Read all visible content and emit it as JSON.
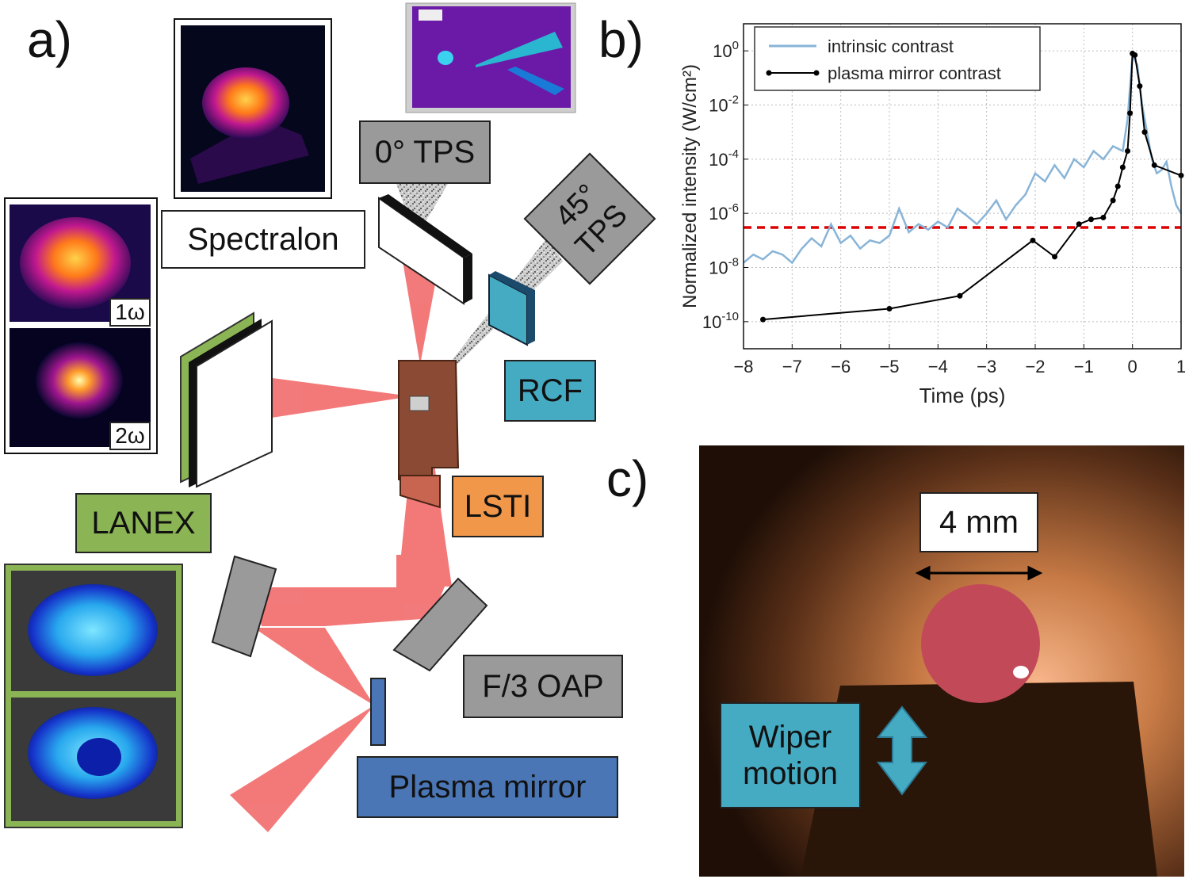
{
  "panels": {
    "a": "a)",
    "b": "b)",
    "c": "c)"
  },
  "labels": {
    "tps0": "0° TPS",
    "tps45": "45° TPS",
    "spectralon": "Spectralon",
    "rcf": "RCF",
    "lanex": "LANEX",
    "lsti": "LSTI",
    "oap": "F/3 OAP",
    "plasma_mirror": "Plasma mirror",
    "omega1": "1ω",
    "omega2": "2ω"
  },
  "colors": {
    "laser": "#f26b6b",
    "rcf": "#45abc3",
    "lanex": "#8bb554",
    "lsti": "#f0974a",
    "plasma_mirror": "#4a76b5",
    "optic": "#9a9a9a",
    "intrinsic": "#88b4d8",
    "plasma_curve": "#000000",
    "threshold": "#dd0000"
  },
  "chart_data": {
    "type": "line",
    "xlabel": "Time (ps)",
    "ylabel": "Normalized intensity (W/cm²)",
    "xlim": [
      -8,
      1
    ],
    "ylim": [
      1e-11,
      10.0
    ],
    "yscale": "log",
    "grid": true,
    "legend_position": "top-left",
    "x_ticks": [
      "−8",
      "−7",
      "−6",
      "−5",
      "−4",
      "−3",
      "−2",
      "−1",
      "0",
      "1"
    ],
    "y_ticks": [
      {
        "base": "10",
        "exp": "0",
        "value": 1
      },
      {
        "base": "10",
        "exp": "-2",
        "value": 0.01
      },
      {
        "base": "10",
        "exp": "-4",
        "value": 0.0001
      },
      {
        "base": "10",
        "exp": "-6",
        "value": 1e-06
      },
      {
        "base": "10",
        "exp": "-8",
        "value": 1e-08
      },
      {
        "base": "10",
        "exp": "-10",
        "value": 1e-10
      }
    ],
    "threshold": 3e-07,
    "series": [
      {
        "name": "intrinsic contrast",
        "x": [
          -8.0,
          -7.8,
          -7.6,
          -7.4,
          -7.2,
          -7.0,
          -6.8,
          -6.6,
          -6.4,
          -6.2,
          -6.0,
          -5.8,
          -5.6,
          -5.4,
          -5.2,
          -5.0,
          -4.8,
          -4.6,
          -4.4,
          -4.2,
          -4.0,
          -3.8,
          -3.6,
          -3.4,
          -3.2,
          -3.0,
          -2.8,
          -2.6,
          -2.4,
          -2.2,
          -2.0,
          -1.8,
          -1.6,
          -1.4,
          -1.2,
          -1.0,
          -0.8,
          -0.6,
          -0.4,
          -0.2,
          -0.1,
          0.0,
          0.1,
          0.2,
          0.3,
          0.4,
          0.5,
          0.6,
          0.7,
          0.8,
          0.9,
          1.0
        ],
        "y": [
          1.5e-08,
          3e-08,
          2e-08,
          4e-08,
          3e-08,
          1.5e-08,
          5e-08,
          1.2e-07,
          6e-08,
          4e-07,
          8e-08,
          1.5e-07,
          5e-08,
          1e-07,
          8e-08,
          1.5e-07,
          1.5e-06,
          2e-07,
          4e-07,
          2.5e-07,
          5e-07,
          3e-07,
          1.5e-06,
          8e-07,
          4e-07,
          1e-06,
          3e-06,
          6e-07,
          2e-06,
          5e-06,
          3e-05,
          1.5e-05,
          6e-05,
          2e-05,
          0.0001,
          5e-05,
          0.0002,
          0.0001,
          0.0003,
          0.0002,
          0.003,
          0.7,
          0.3,
          0.01,
          0.001,
          0.0001,
          3e-05,
          4e-05,
          8e-05,
          1e-05,
          2e-06,
          1e-06
        ]
      },
      {
        "name": "plasma mirror contrast",
        "x": [
          -7.6,
          -5.0,
          -3.55,
          -2.05,
          -1.6,
          -1.1,
          -0.85,
          -0.6,
          -0.4,
          -0.3,
          -0.2,
          -0.1,
          -0.05,
          0.0,
          0.05,
          0.15,
          0.25,
          0.45,
          1.0
        ],
        "y": [
          1.2e-10,
          3e-10,
          9e-10,
          1e-07,
          2.5e-08,
          4e-07,
          6e-07,
          7e-07,
          3e-06,
          1e-05,
          5e-05,
          0.0002,
          0.005,
          0.8,
          0.7,
          0.05,
          0.001,
          6e-05,
          2.5e-05
        ]
      }
    ]
  },
  "photo_c": {
    "scale_label": "4 mm",
    "wiper_label": "Wiper motion"
  }
}
